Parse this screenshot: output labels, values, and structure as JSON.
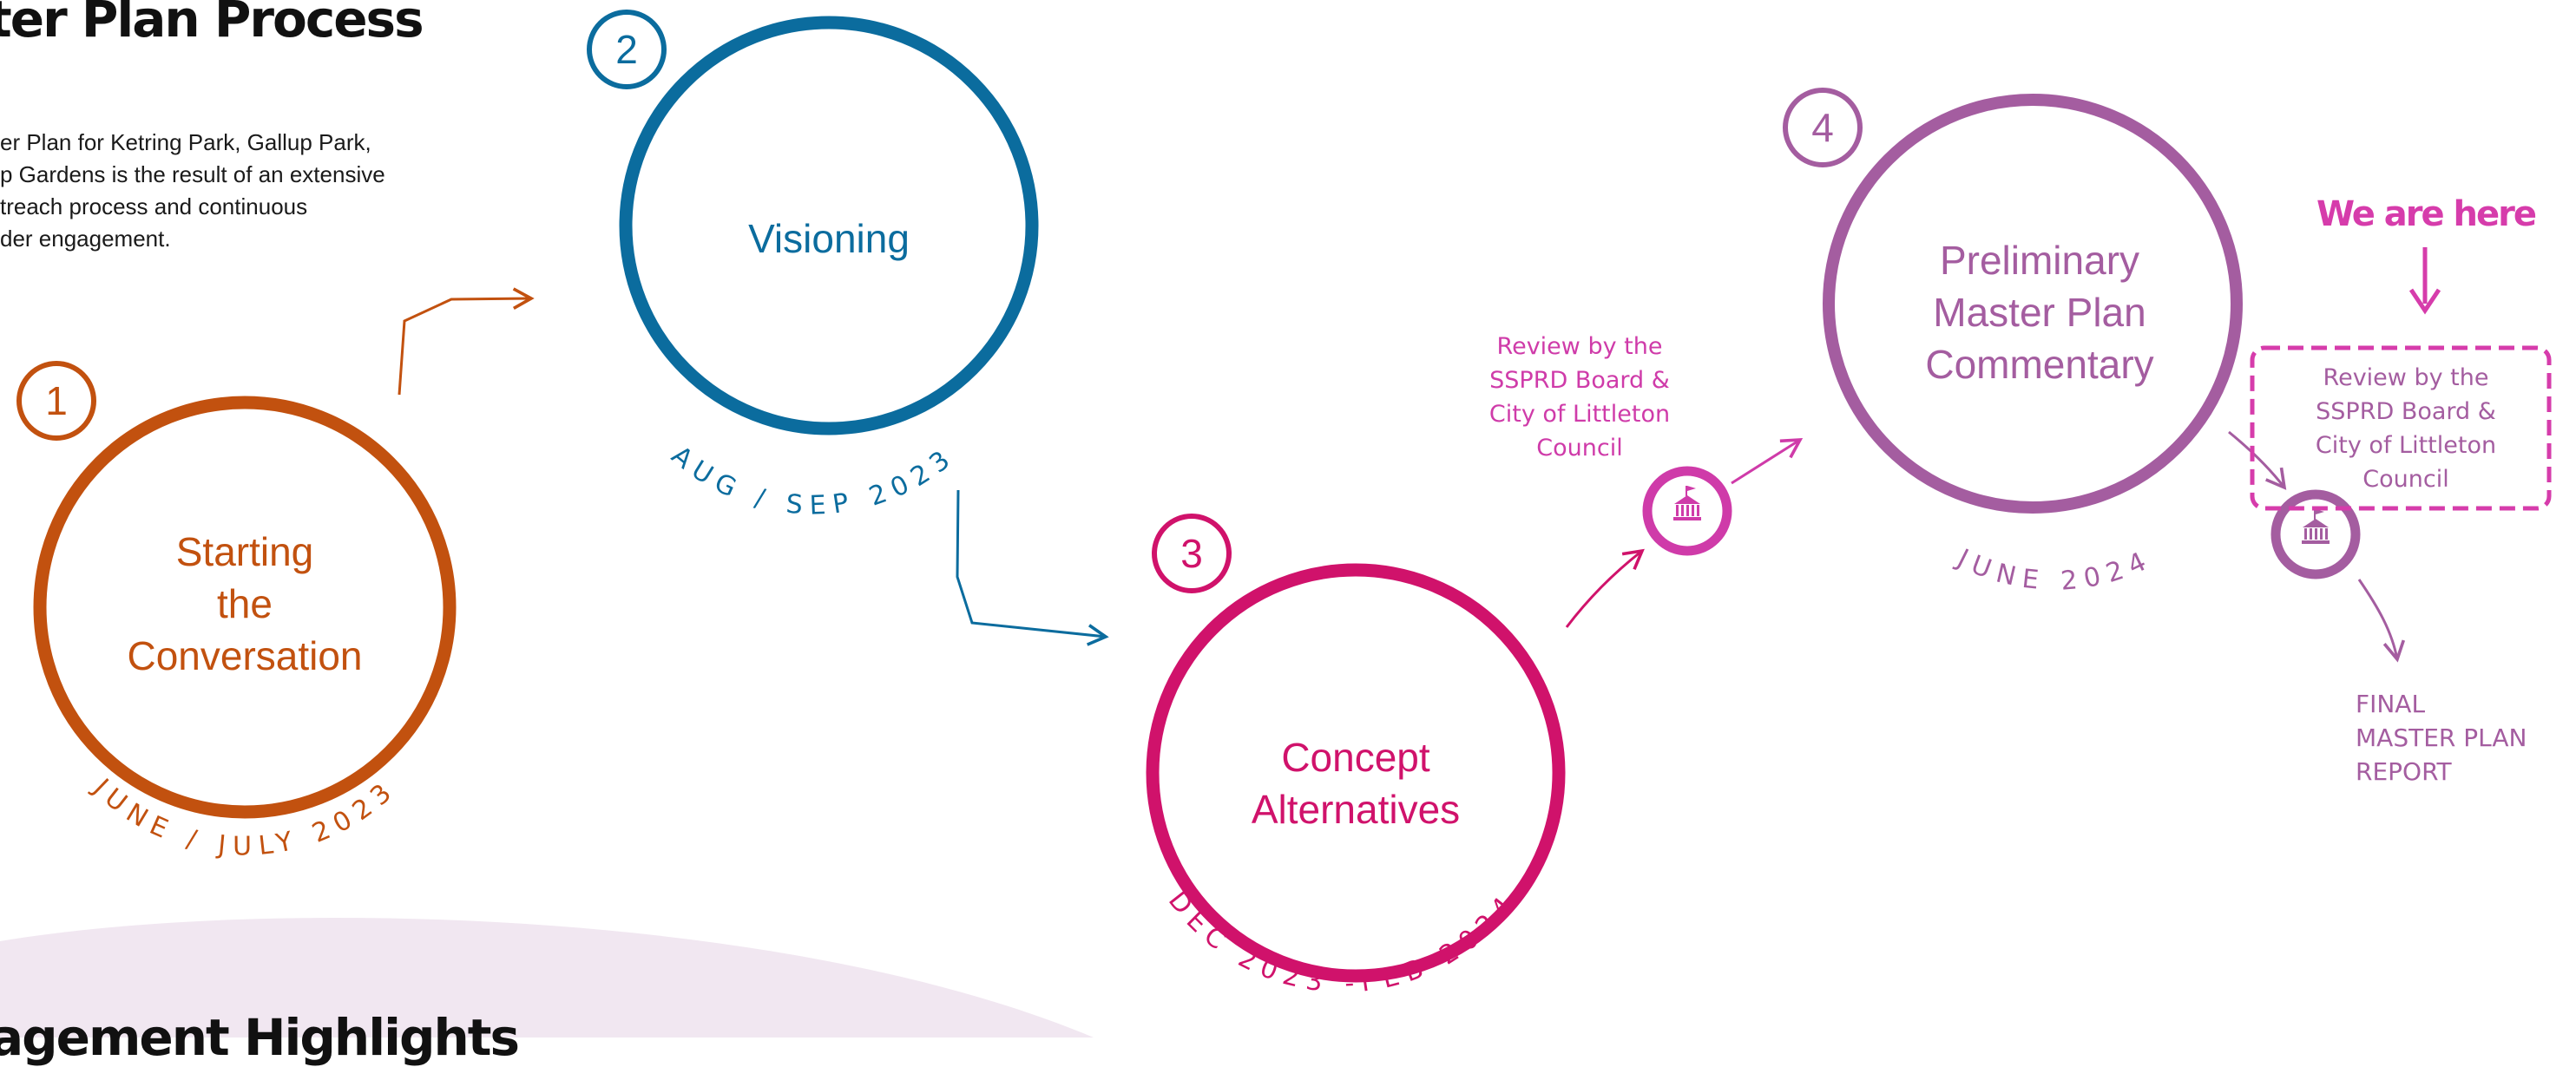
{
  "header": {
    "title": "ter Plan Process",
    "intro_lines": [
      "er Plan for Ketring Park, Gallup Park,",
      "p Gardens is the result of an extensive",
      "treach process and continuous",
      "der engagement."
    ]
  },
  "steps": [
    {
      "number": "1",
      "label_lines": [
        "Starting",
        "the",
        "Conversation"
      ],
      "date": "JUNE / JULY 2023",
      "color": "#c2510f"
    },
    {
      "number": "2",
      "label_lines": [
        "Visioning"
      ],
      "date": "AUG / SEP 2023",
      "color": "#0b6c9e"
    },
    {
      "number": "3",
      "label_lines": [
        "Concept",
        "Alternatives"
      ],
      "date": "DEC 2023  -FEB 2024",
      "color": "#d0126b"
    },
    {
      "number": "4",
      "label_lines": [
        "Preliminary",
        "Master  Plan",
        "Commentary"
      ],
      "date": "JUNE 2024",
      "color": "#a45da0"
    }
  ],
  "reviews": [
    {
      "lines": [
        "Review by the",
        "SSPRD Board &",
        "City of Littleton",
        "Council"
      ],
      "icon": "government-building-icon",
      "color": "#cf3ba9"
    },
    {
      "lines": [
        "Review by the",
        "SSPRD Board &",
        "City of Littleton",
        "Council"
      ],
      "icon": "government-building-icon",
      "color": "#a45da0"
    }
  ],
  "we_are_here": {
    "text": "We are here",
    "color": "#d63cab"
  },
  "final_report": {
    "lines": [
      "FINAL",
      "MASTER PLAN",
      "REPORT"
    ]
  },
  "section2": {
    "title": "agement Highlights"
  },
  "background": {
    "blob_color": "#f1e7f1"
  }
}
